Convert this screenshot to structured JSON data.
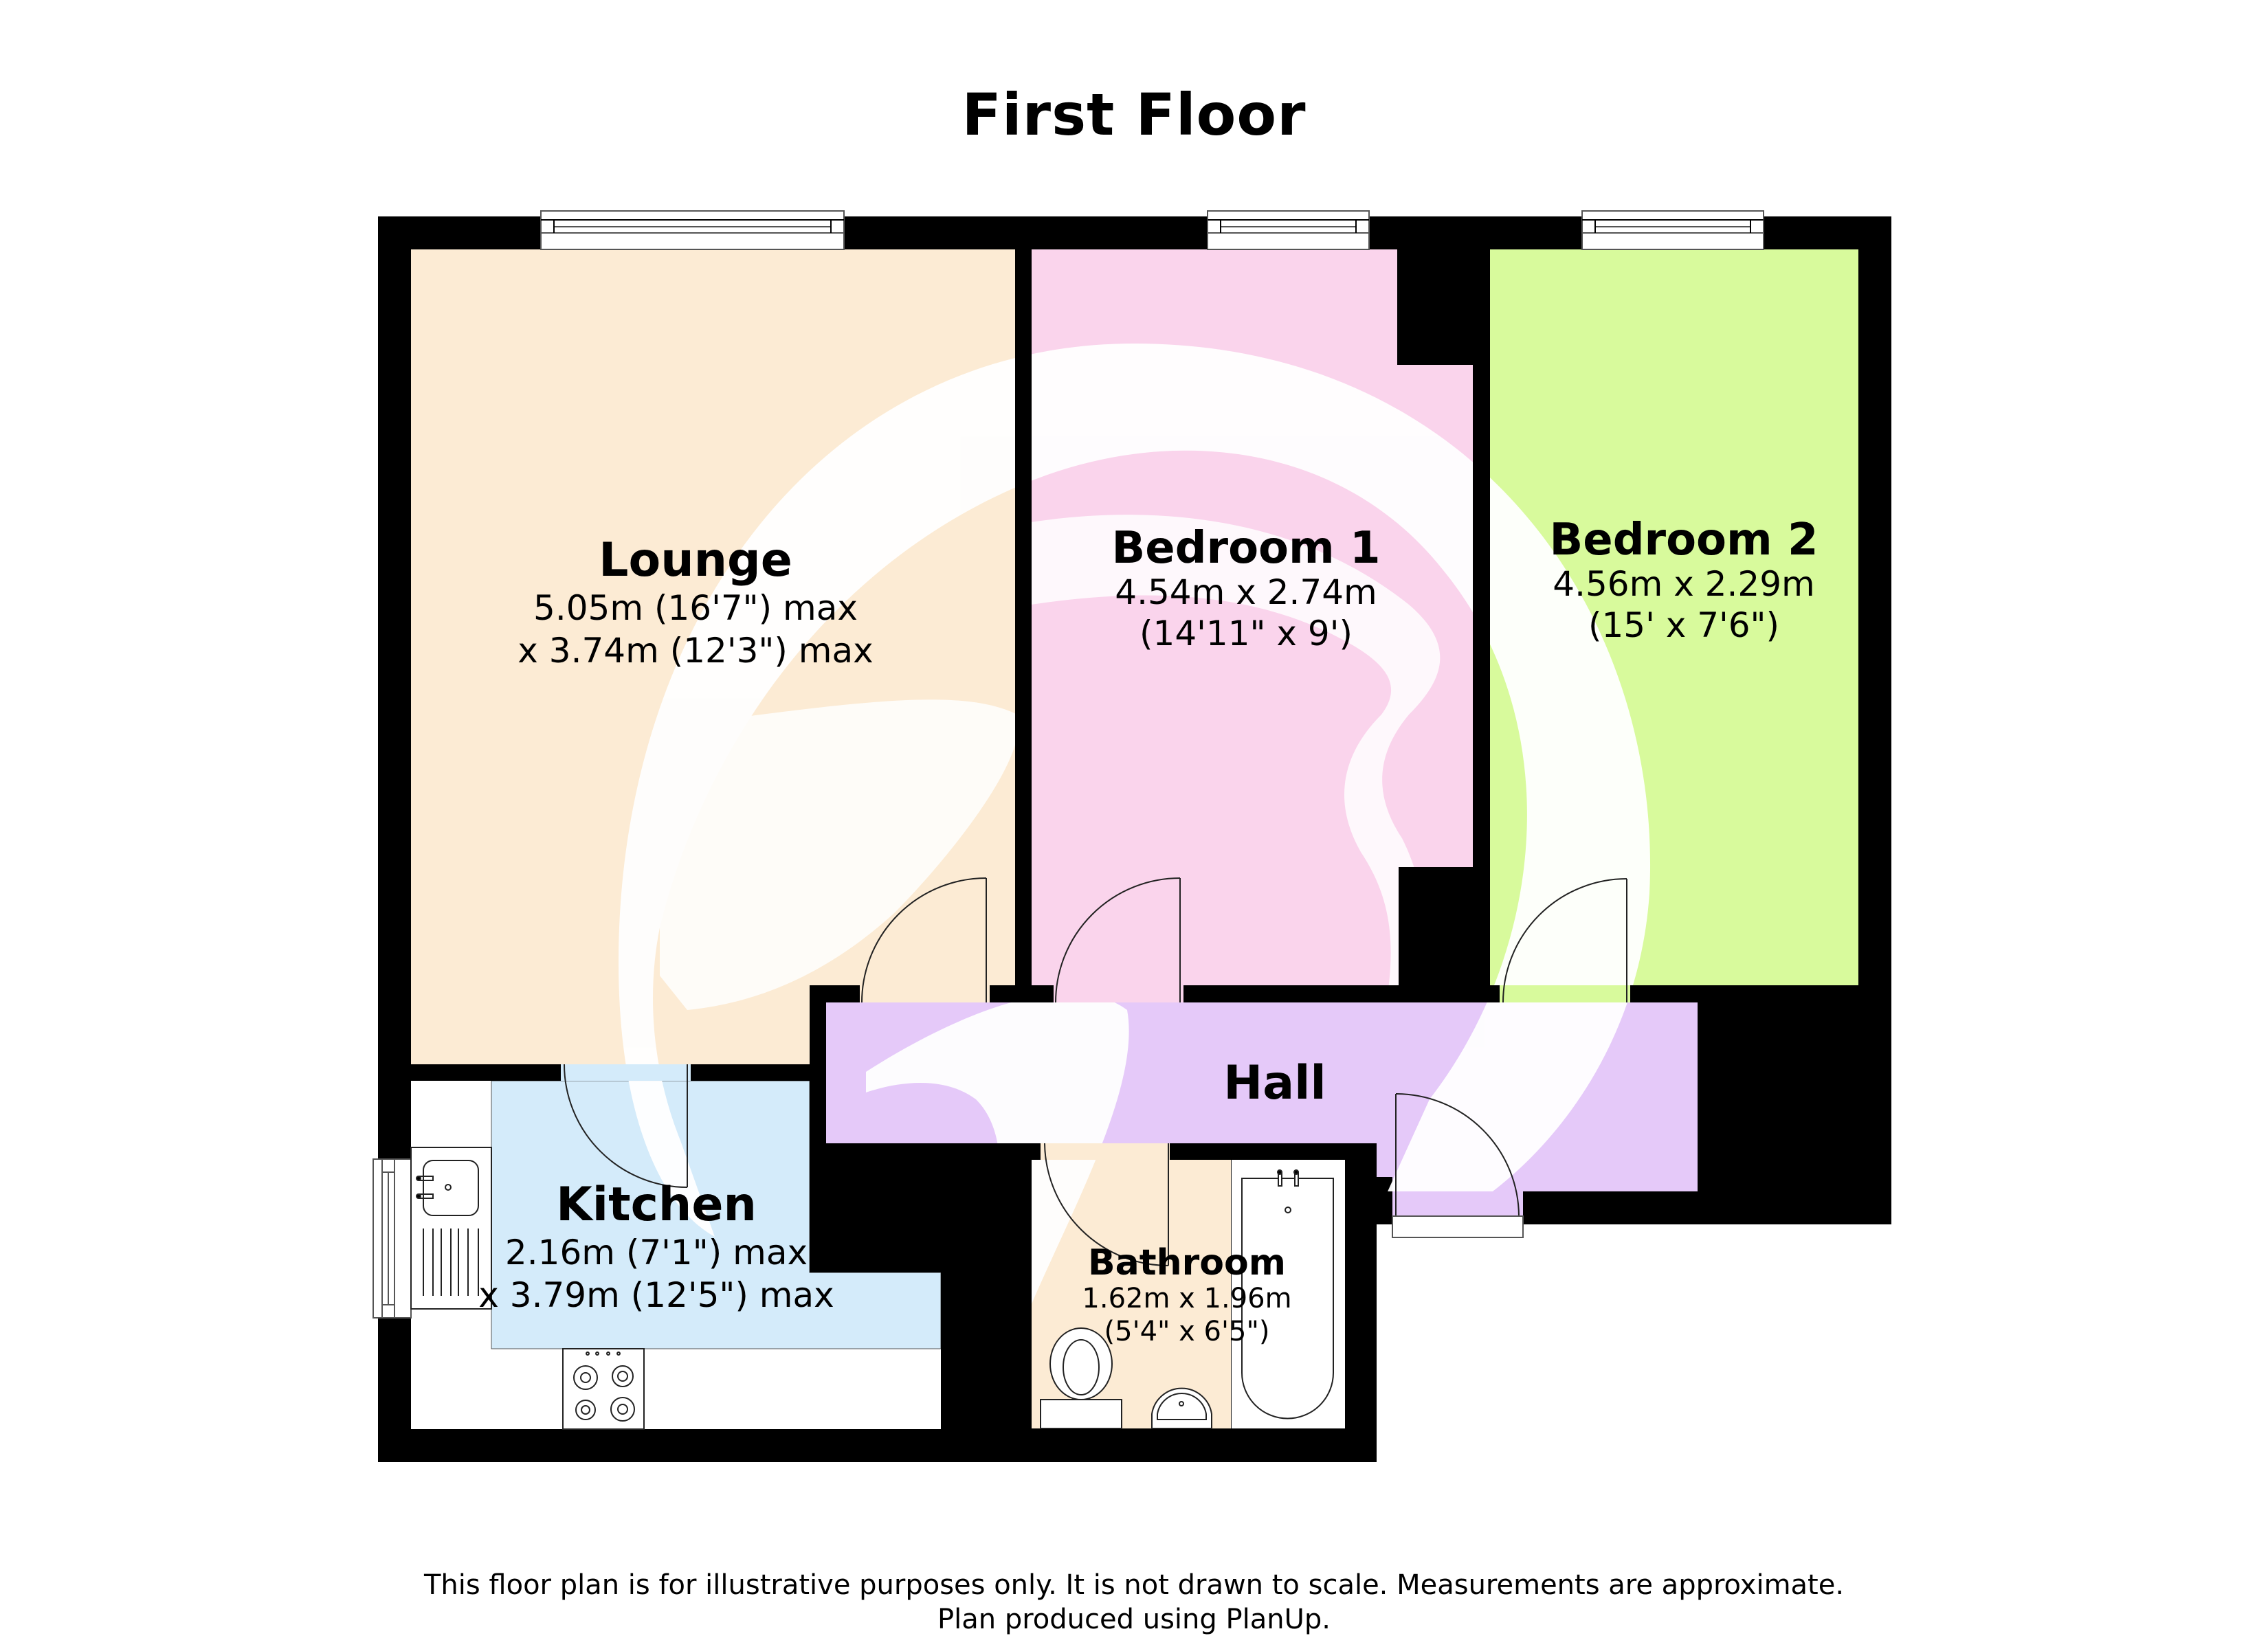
{
  "title": "First Floor",
  "colors": {
    "wall": "#000000",
    "lounge": "#fcebd4",
    "bedroom1": "#fad4ec",
    "bedroom2": "#d8fa9c",
    "hall": "#e5c9f9",
    "kitchen": "#d4ebfa",
    "bathroom": "#fcebd4",
    "watermark": "#ffffff"
  },
  "rooms": [
    {
      "id": "lounge",
      "name": "Lounge",
      "dims": [
        "5.05m (16'7\") max",
        "x 3.74m (12'3\") max"
      ]
    },
    {
      "id": "bedroom1",
      "name": "Bedroom 1",
      "dims": [
        "4.54m x 2.74m",
        "(14'11\" x 9')"
      ]
    },
    {
      "id": "bedroom2",
      "name": "Bedroom 2",
      "dims": [
        "4.56m x 2.29m",
        "(15' x 7'6\")"
      ]
    },
    {
      "id": "hall",
      "name": "Hall",
      "dims": []
    },
    {
      "id": "kitchen",
      "name": "Kitchen",
      "dims": [
        "2.16m (7'1\") max",
        "x 3.79m (12'5\") max"
      ]
    },
    {
      "id": "bathroom",
      "name": "Bathroom",
      "dims": [
        "1.62m x 1.96m",
        "(5'4\" x 6'5\")"
      ]
    }
  ],
  "fixtures": [
    "window",
    "window",
    "window",
    "window",
    "door",
    "door",
    "door",
    "door",
    "door",
    "entrance-door",
    "kitchen-sink",
    "hob",
    "bath",
    "toilet",
    "basin"
  ],
  "footer": {
    "line1": "This floor plan is for illustrative purposes only. It is not drawn to scale. Measurements are approximate.",
    "line2": "Plan produced using PlanUp."
  }
}
